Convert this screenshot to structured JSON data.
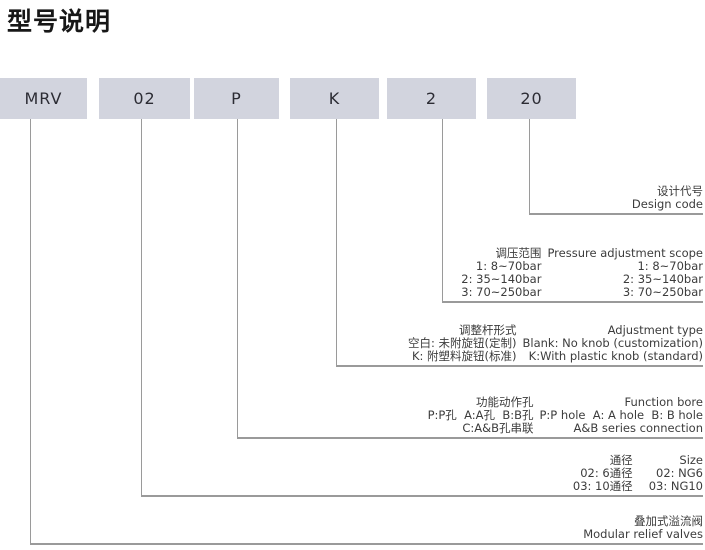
{
  "title": "型号说明",
  "model_code": {
    "segments": [
      "MRV",
      "02",
      "P",
      "K",
      "2",
      "20"
    ]
  },
  "legend": {
    "design_code": {
      "cn": "设计代号",
      "en": "Design code"
    },
    "pressure_scope": {
      "header_cn": "调压范围",
      "header_en": "Pressure adjustment scope",
      "options": [
        {
          "cn": "1: 8~70bar",
          "en": "1: 8~70bar"
        },
        {
          "cn": "2: 35~140bar",
          "en": "2: 35~140bar"
        },
        {
          "cn": "3: 70~250bar",
          "en": "3: 70~250bar"
        }
      ]
    },
    "adjustment_type": {
      "header_cn": "调整杆形式",
      "header_en": "Adjustment type",
      "options": [
        {
          "cn": "空白: 未附旋钮(定制)",
          "en": "Blank: No knob (customization)"
        },
        {
          "cn": "K: 附塑料旋钮(标准)",
          "en": "K:With plastic knob (standard)"
        }
      ]
    },
    "function_bore": {
      "header_cn": "功能动作孔",
      "header_en": "Function bore",
      "options": [
        {
          "cn": "P:P孔  A:A孔  B:B孔",
          "en": "P:P hole  A: A hole  B: B hole"
        },
        {
          "cn": "C:A&B孔串联",
          "en": "A&B series connection"
        }
      ]
    },
    "size": {
      "header_cn": "通径",
      "header_en": "Size",
      "options": [
        {
          "cn": "02: 6通径",
          "en": "02: NG6"
        },
        {
          "cn": "03: 10通径",
          "en": "03: NG10"
        }
      ]
    },
    "product": {
      "cn": "叠加式溢流阀",
      "en": "Modular relief valves"
    }
  },
  "colors": {
    "box_fill": "#d2d4de",
    "box_text": "#2c2c34",
    "line": "#9a9a9a",
    "text": "#3c3c3c",
    "title_text": "#171717"
  }
}
